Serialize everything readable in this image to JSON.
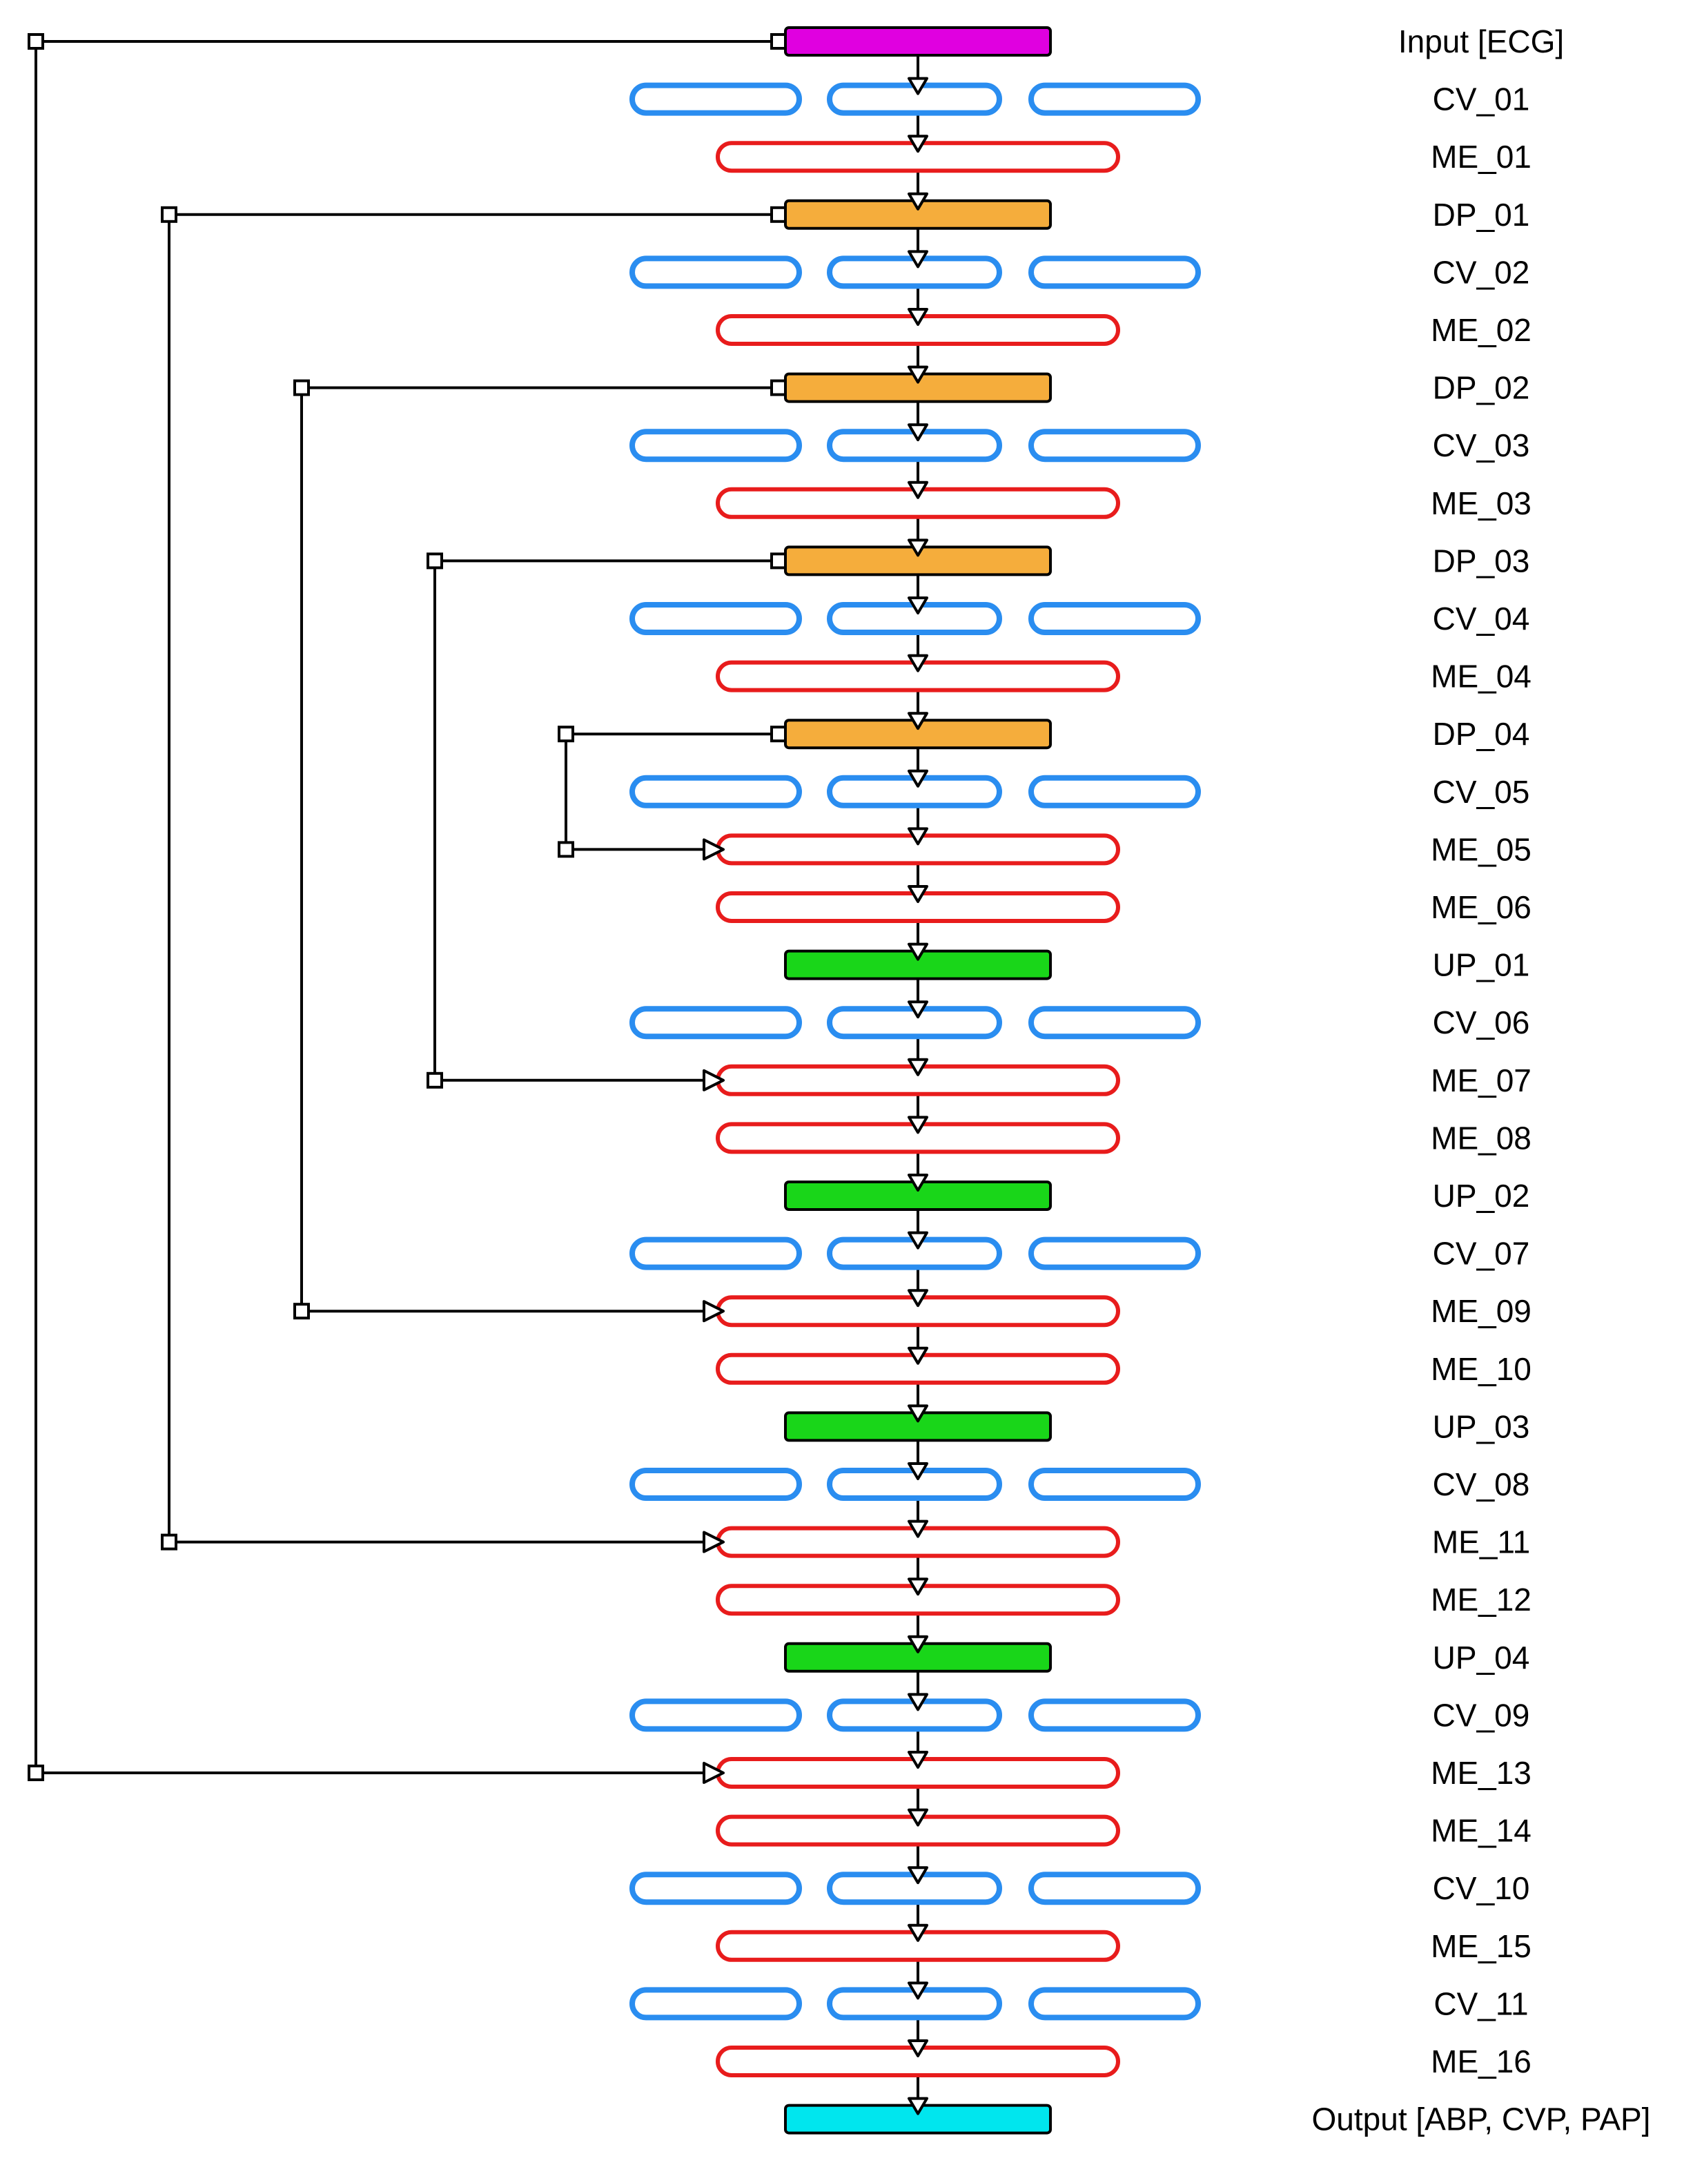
{
  "colors": {
    "input": "#e000e0",
    "conv": "#2a8df0",
    "merge": "#e81c1c",
    "down": "#f5ad3c",
    "up": "#19d619",
    "output": "#00e6ee",
    "stroke": "#000000"
  },
  "layers": [
    {
      "label": "Input [ECG]",
      "kind": "input"
    },
    {
      "label": "CV_01",
      "kind": "conv"
    },
    {
      "label": "ME_01",
      "kind": "merge"
    },
    {
      "label": "DP_01",
      "kind": "down"
    },
    {
      "label": "CV_02",
      "kind": "conv"
    },
    {
      "label": "ME_02",
      "kind": "merge"
    },
    {
      "label": "DP_02",
      "kind": "down"
    },
    {
      "label": "CV_03",
      "kind": "conv"
    },
    {
      "label": "ME_03",
      "kind": "merge"
    },
    {
      "label": "DP_03",
      "kind": "down"
    },
    {
      "label": "CV_04",
      "kind": "conv"
    },
    {
      "label": "ME_04",
      "kind": "merge"
    },
    {
      "label": "DP_04",
      "kind": "down"
    },
    {
      "label": "CV_05",
      "kind": "conv"
    },
    {
      "label": "ME_05",
      "kind": "merge"
    },
    {
      "label": "ME_06",
      "kind": "merge"
    },
    {
      "label": "UP_01",
      "kind": "up"
    },
    {
      "label": "CV_06",
      "kind": "conv"
    },
    {
      "label": "ME_07",
      "kind": "merge"
    },
    {
      "label": "ME_08",
      "kind": "merge"
    },
    {
      "label": "UP_02",
      "kind": "up"
    },
    {
      "label": "CV_07",
      "kind": "conv"
    },
    {
      "label": "ME_09",
      "kind": "merge"
    },
    {
      "label": "ME_10",
      "kind": "merge"
    },
    {
      "label": "UP_03",
      "kind": "up"
    },
    {
      "label": "CV_08",
      "kind": "conv"
    },
    {
      "label": "ME_11",
      "kind": "merge"
    },
    {
      "label": "ME_12",
      "kind": "merge"
    },
    {
      "label": "UP_04",
      "kind": "up"
    },
    {
      "label": "CV_09",
      "kind": "conv"
    },
    {
      "label": "ME_13",
      "kind": "merge"
    },
    {
      "label": "ME_14",
      "kind": "merge"
    },
    {
      "label": "CV_10",
      "kind": "conv"
    },
    {
      "label": "ME_15",
      "kind": "merge"
    },
    {
      "label": "CV_11",
      "kind": "conv"
    },
    {
      "label": "ME_16",
      "kind": "merge"
    },
    {
      "label": "Output [ABP, CVP, PAP]",
      "kind": "output"
    }
  ],
  "skip_connections": [
    {
      "from": "Input [ECG]",
      "to": "ME_13"
    },
    {
      "from": "DP_01",
      "to": "ME_11"
    },
    {
      "from": "DP_02",
      "to": "ME_09"
    },
    {
      "from": "DP_03",
      "to": "ME_07"
    },
    {
      "from": "DP_04",
      "to": "ME_05"
    }
  ]
}
